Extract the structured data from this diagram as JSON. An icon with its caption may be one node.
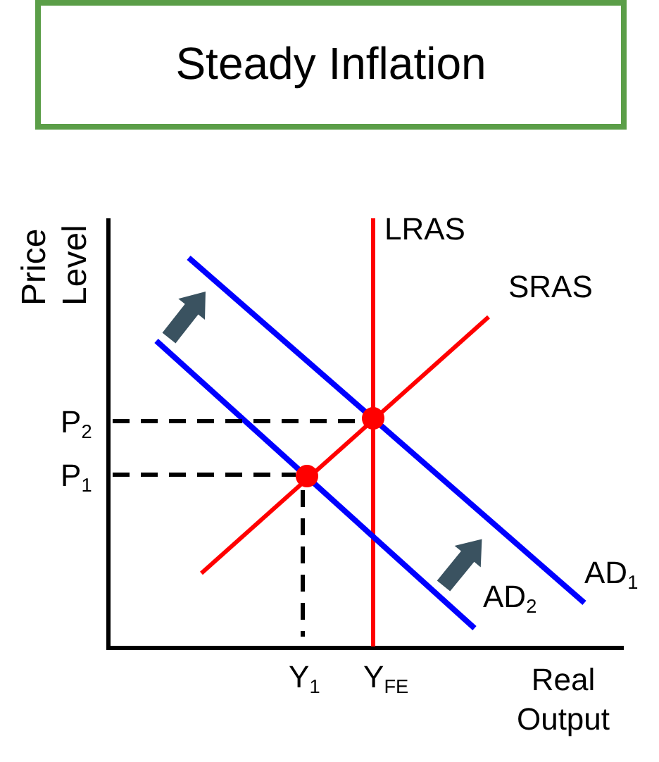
{
  "diagram": {
    "title": "Steady Inflation",
    "labels": [
      "Price Level",
      "LRAS",
      "SRAS",
      "P$_{2}$",
      "P$_{1}$",
      "AD$_{1}$",
      "AD$_{2}$",
      "Y$_{1}$",
      "Y$_{FE}$",
      "Real Output"
    ]
  }
}
